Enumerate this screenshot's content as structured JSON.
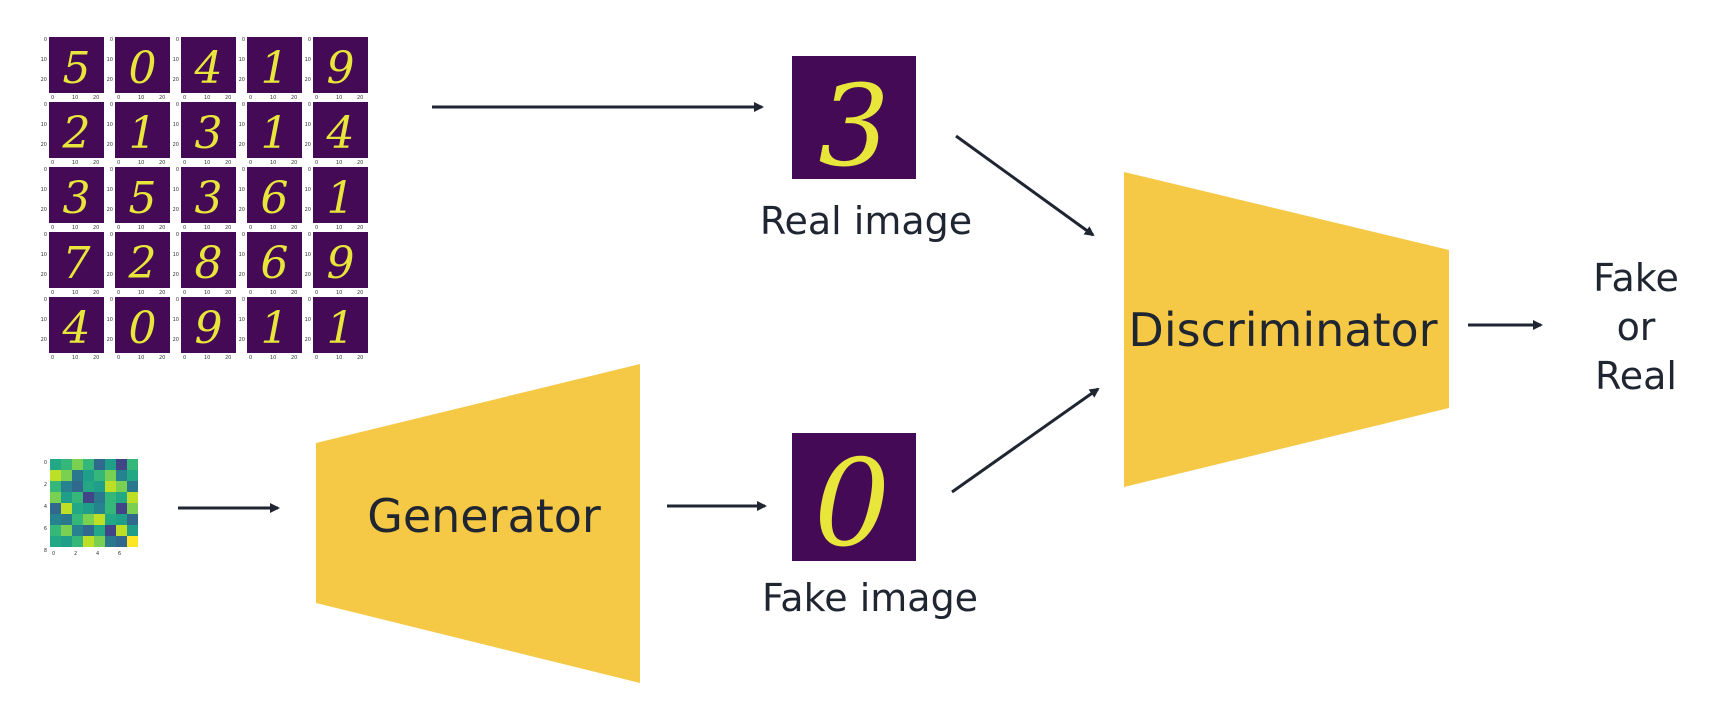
{
  "diagram": {
    "real_image_label": "Real image",
    "fake_image_label": "Fake image",
    "generator_label": "Generator",
    "discriminator_label": "Discriminator",
    "output_label": {
      "line1": "Fake",
      "line2": "or",
      "line3": "Real"
    }
  },
  "mnist_grid": {
    "digits": [
      [
        "5",
        "0",
        "4",
        "1",
        "9"
      ],
      [
        "2",
        "1",
        "3",
        "1",
        "4"
      ],
      [
        "3",
        "5",
        "3",
        "6",
        "1"
      ],
      [
        "7",
        "2",
        "8",
        "6",
        "9"
      ],
      [
        "4",
        "0",
        "9",
        "1",
        "1"
      ]
    ],
    "x_ticks": [
      "0",
      "10",
      "20"
    ],
    "y_ticks": [
      "0",
      "10",
      "20"
    ]
  },
  "real_sample_digit": "3",
  "fake_sample_digit": "0",
  "noise_ticks": {
    "x": [
      "0",
      "2",
      "4",
      "6"
    ],
    "y": [
      "0",
      "2",
      "4",
      "6",
      "8"
    ]
  },
  "colors": {
    "block_fill": "#f5c945",
    "digit_bg": "#440a55",
    "digit_fg": "#e8e63a",
    "arrow": "#1f2531",
    "text": "#1f2531"
  }
}
